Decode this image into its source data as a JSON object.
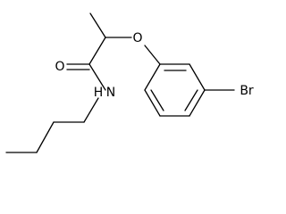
{
  "molecule": {
    "atoms": {
      "oxygen_ether": "O",
      "oxygen_carbonyl": "O",
      "nitrogen": "N",
      "nitrogen_h": "H",
      "bromine": "Br"
    }
  },
  "colors": {
    "background": "#ffffff",
    "bonds": "#000000",
    "labels": "#000000"
  }
}
